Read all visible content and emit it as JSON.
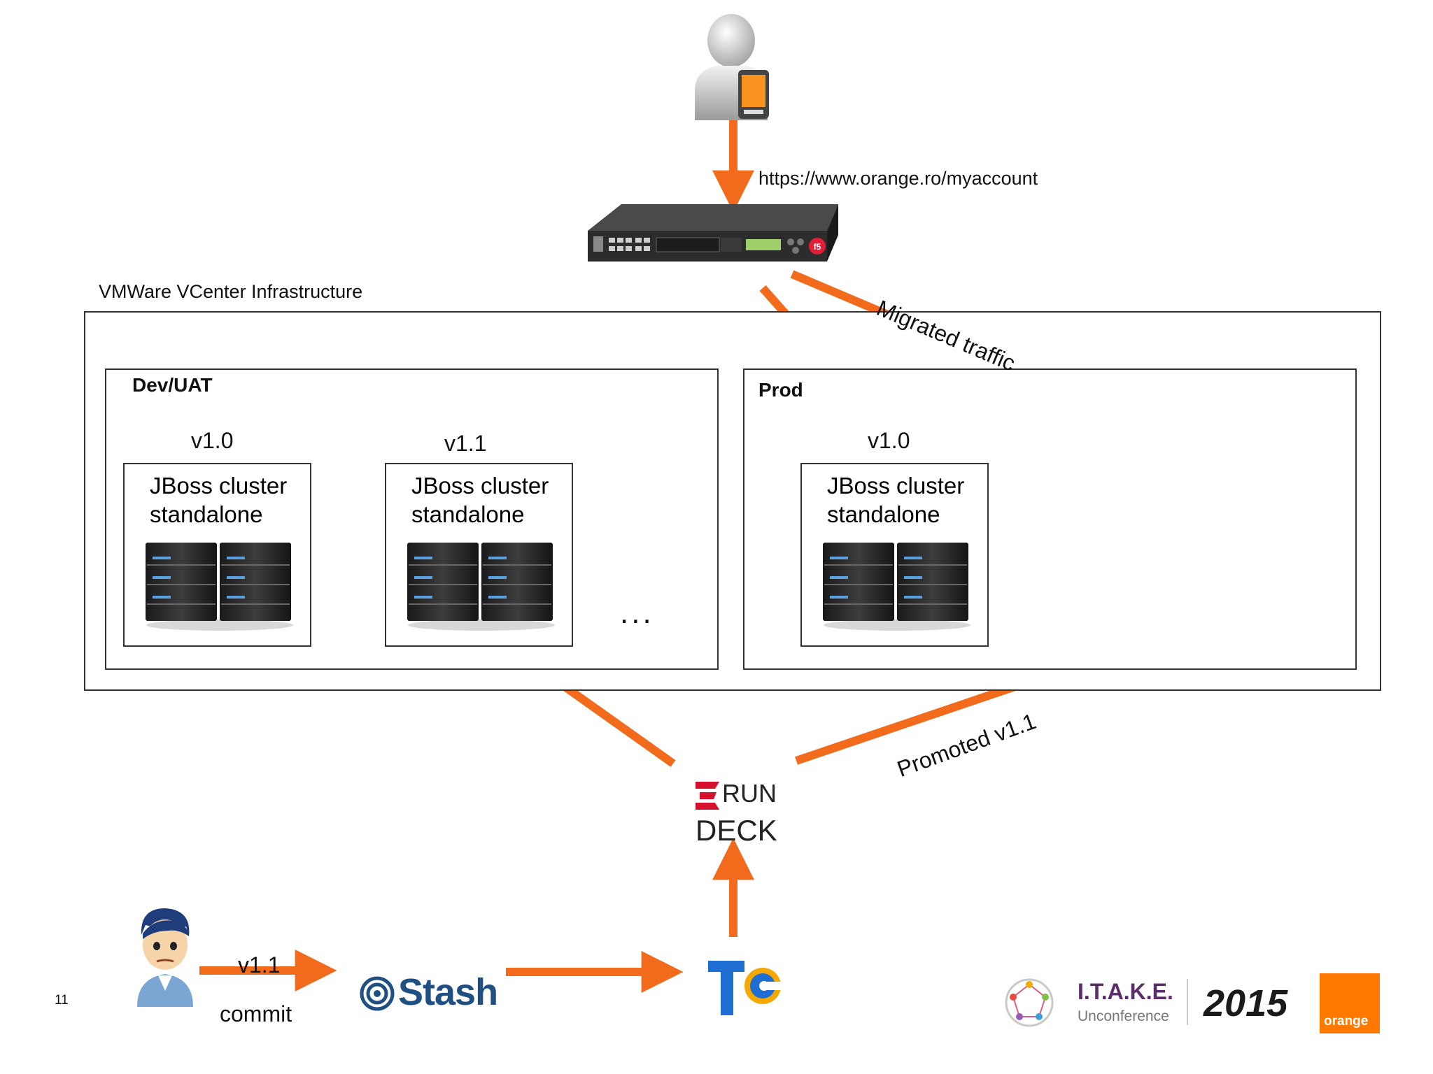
{
  "lb_url": "https://www.orange.ro/myaccount",
  "infra": {
    "title": "VMWare VCenter Infrastructure",
    "dev": {
      "title": "Dev/UAT",
      "clusters": [
        {
          "version": "v1.0",
          "line1": "JBoss cluster",
          "line2": "standalone"
        },
        {
          "version": "v1.1",
          "line1": "JBoss cluster",
          "line2": "standalone"
        }
      ],
      "more": "..."
    },
    "prod": {
      "title": "Prod",
      "cluster": {
        "version": "v1.0",
        "line1": "JBoss cluster",
        "line2": "standalone"
      }
    }
  },
  "flows": {
    "migrated": "Migrated traffic",
    "promoted": "Promoted v1.1",
    "commit_version": "v1.1",
    "commit": "commit"
  },
  "logos": {
    "rundeck_top": "RUN",
    "rundeck_bottom": "DECK",
    "stash": "Stash",
    "itake_title": "I.T.A.K.E.",
    "itake_sub": "Unconference",
    "year": "2015",
    "orange": "orange"
  },
  "slide_number": "11",
  "colors": {
    "arrow": "#f26b1d",
    "orange_brand": "#ff7900",
    "stash_blue": "#205081",
    "tc_blue": "#1f6ed4"
  },
  "icons": [
    "user-phone-icon",
    "load-balancer-icon",
    "server-stack-icon",
    "developer-avatar-icon",
    "rundeck-logo",
    "stash-logo",
    "teamcity-logo",
    "itake-logo",
    "orange-logo"
  ]
}
